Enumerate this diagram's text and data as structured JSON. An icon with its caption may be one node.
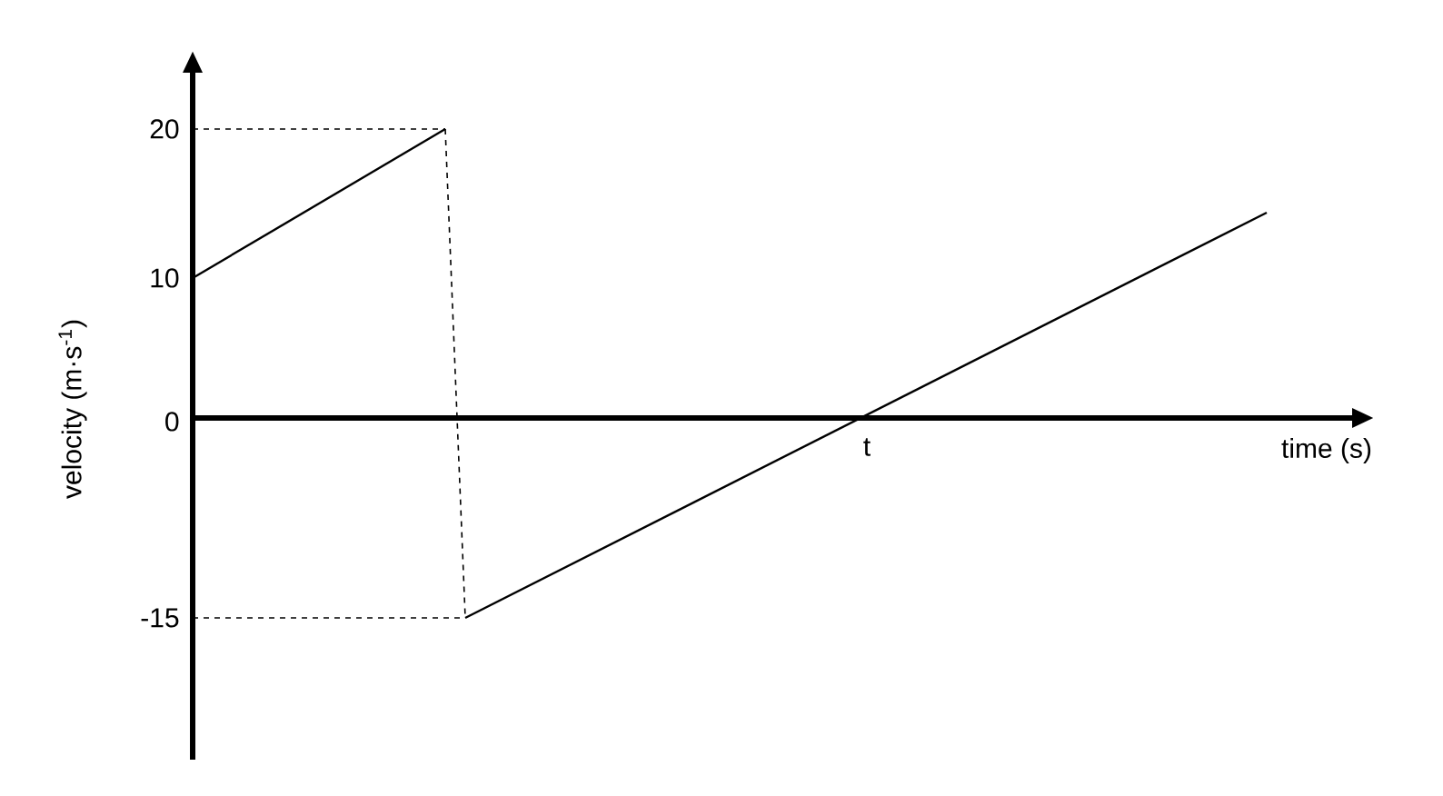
{
  "diagram": {
    "labels": [
      "20",
      "10",
      "velocity (m·s$^{-1}$)",
      "0",
      "t",
      "time (s)",
      "-15"
    ]
  }
}
